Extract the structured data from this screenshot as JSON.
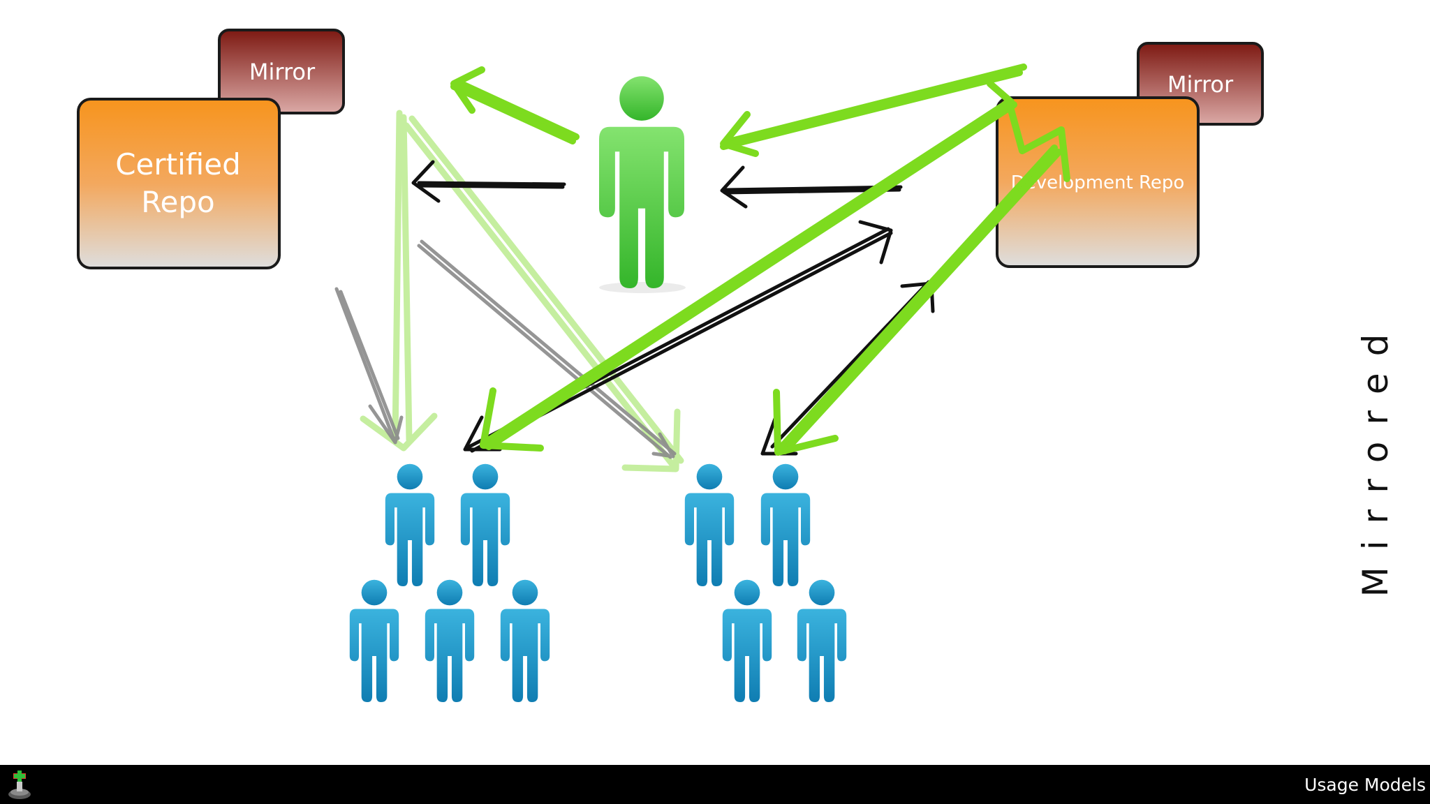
{
  "certified_repo": {
    "label_line1": "Certified",
    "label_line2": "Repo",
    "mirror_label": "Mirror"
  },
  "development_repo": {
    "label": "Development Repo",
    "mirror_label": "Mirror"
  },
  "side_title": "Mirrored",
  "footer": {
    "caption": "Usage Models",
    "icon": "app-plus-icon"
  },
  "colors": {
    "repo_orange": "#f7941d",
    "mirror_red": "#8e1c14",
    "admin_green": "#4fcf3c",
    "team_blue": "#1a94c8",
    "arrow_bright_green": "#7ddb1f",
    "arrow_pale_green": "#c2ee9a",
    "arrow_black": "#111111",
    "arrow_gray": "#8a8a8a"
  }
}
